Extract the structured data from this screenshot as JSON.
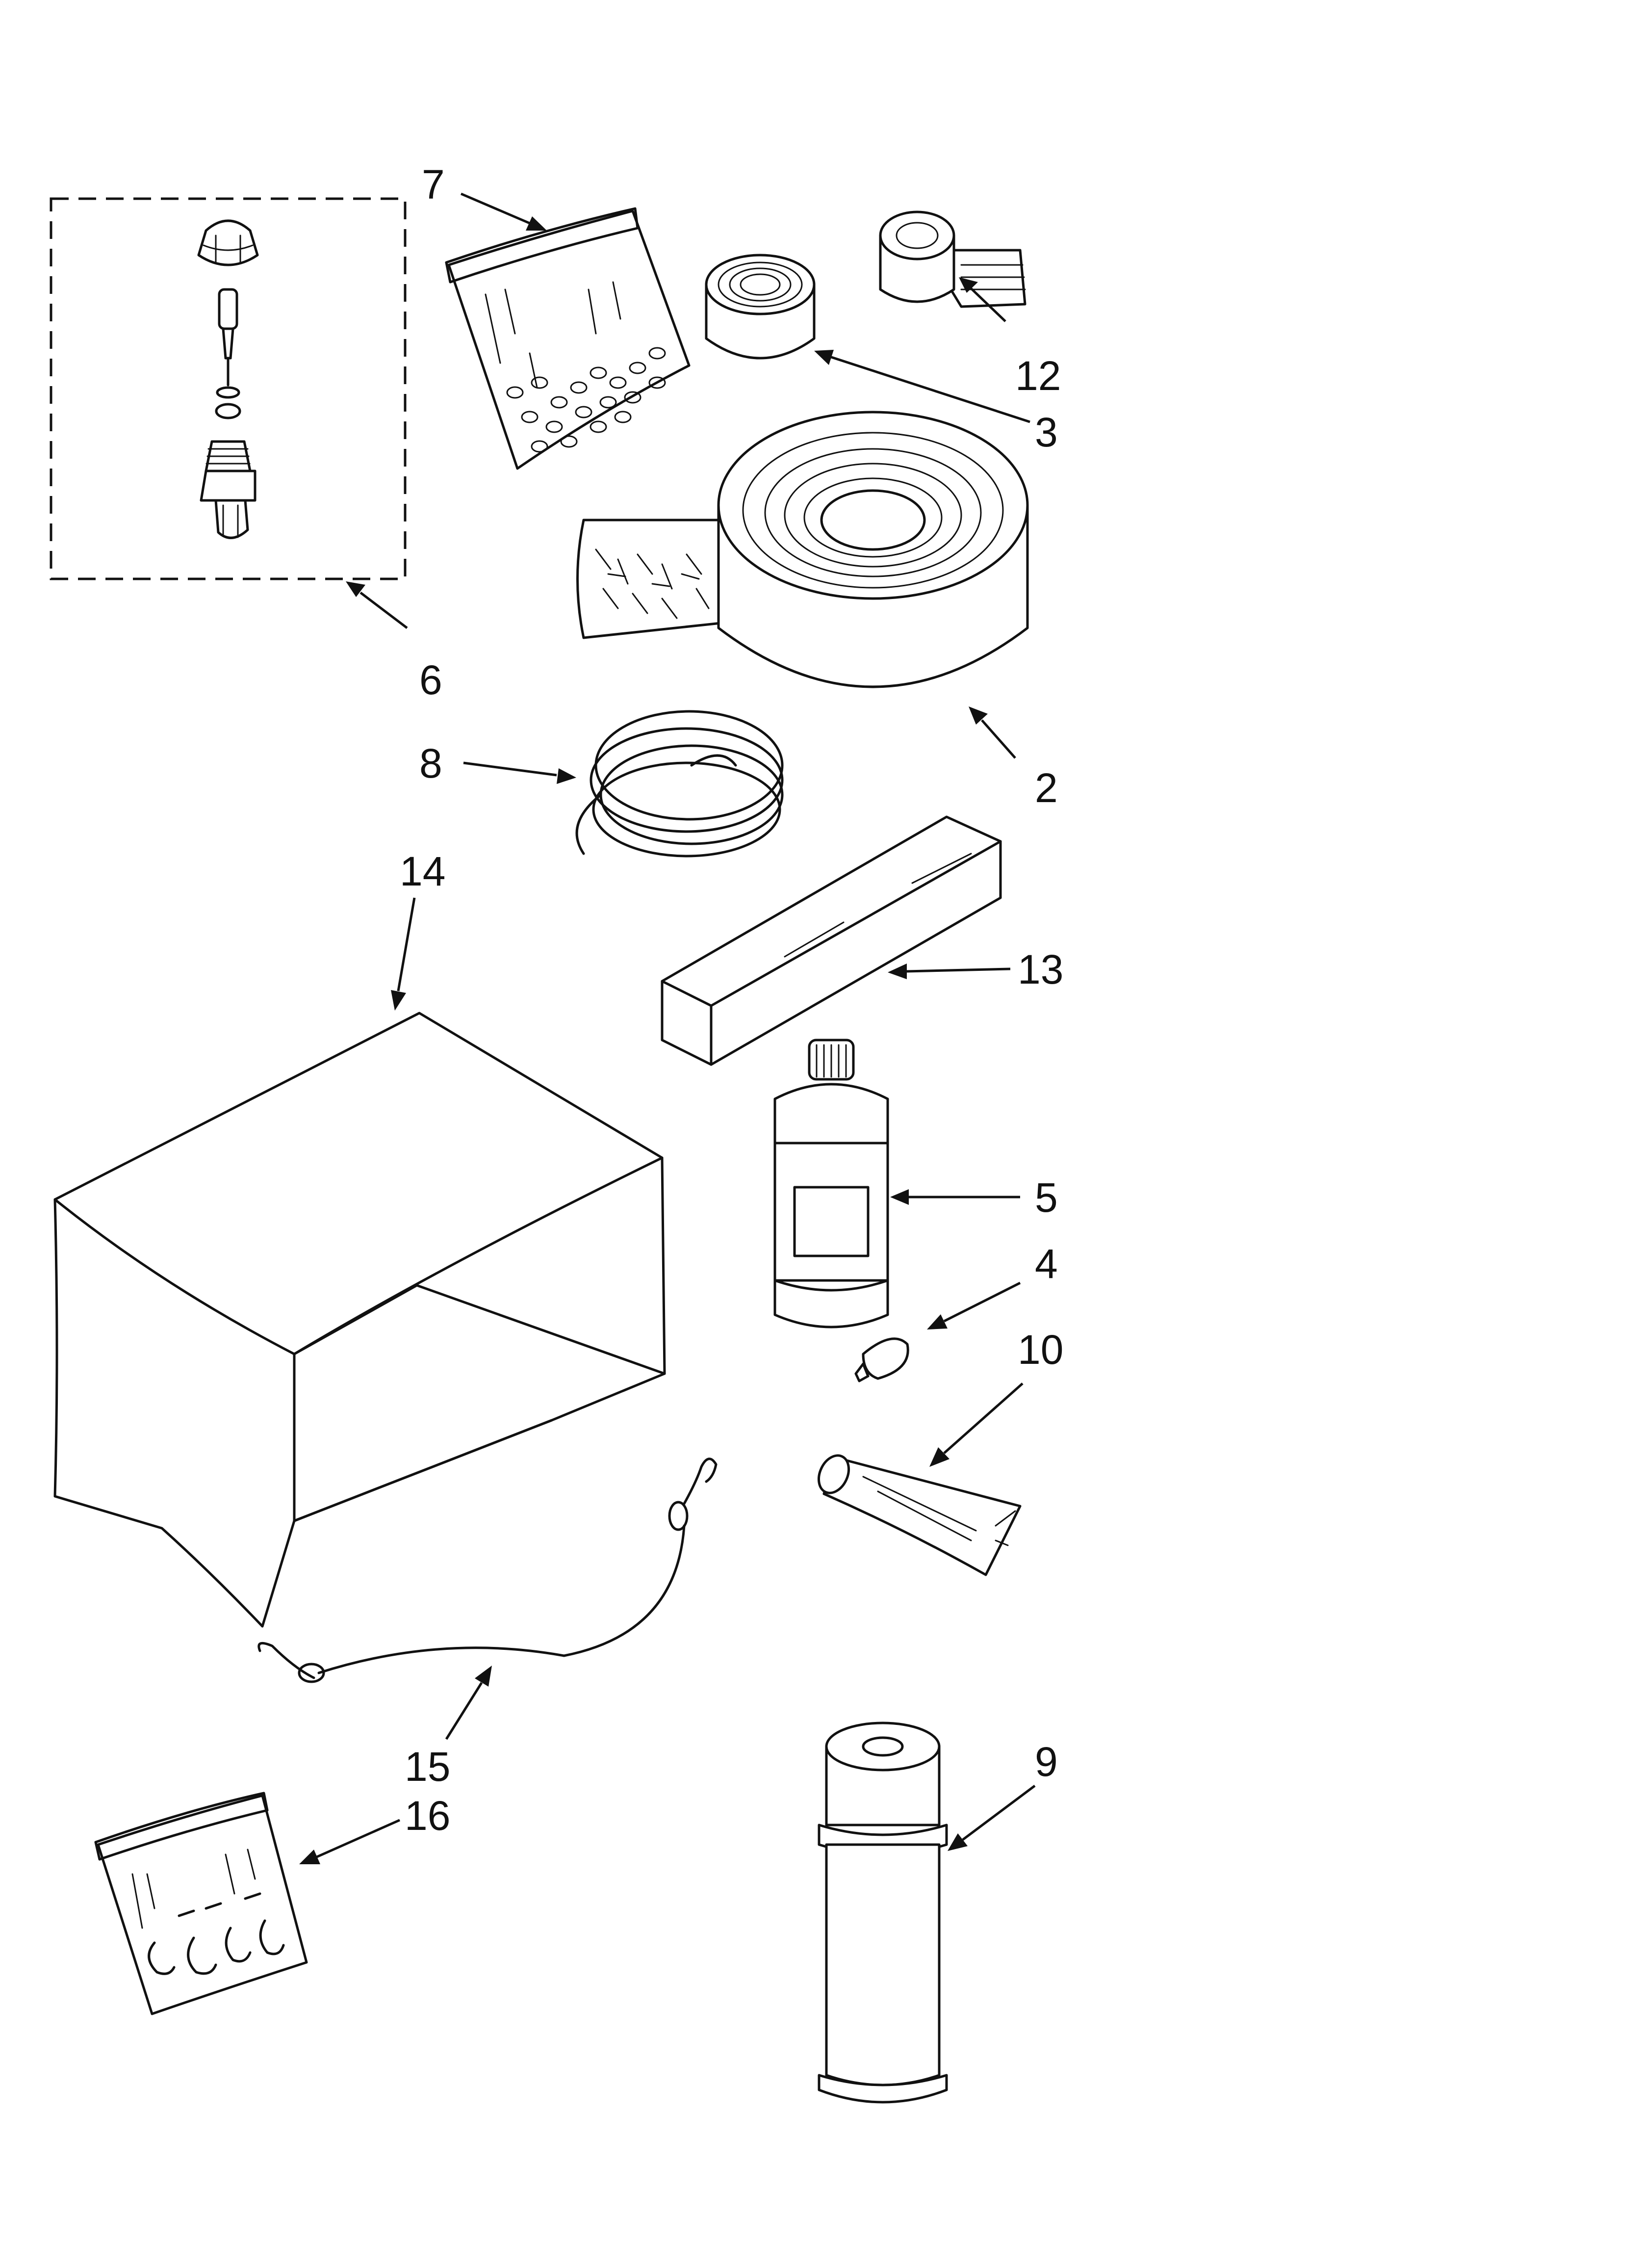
{
  "diagram": {
    "callouts": [
      {
        "id": "c7",
        "label": "7"
      },
      {
        "id": "c12",
        "label": "12"
      },
      {
        "id": "c3",
        "label": "3"
      },
      {
        "id": "c6",
        "label": "6"
      },
      {
        "id": "c8",
        "label": "8"
      },
      {
        "id": "c2",
        "label": "2"
      },
      {
        "id": "c14",
        "label": "14"
      },
      {
        "id": "c13",
        "label": "13"
      },
      {
        "id": "c5",
        "label": "5"
      },
      {
        "id": "c4",
        "label": "4"
      },
      {
        "id": "c10",
        "label": "10"
      },
      {
        "id": "c15",
        "label": "15"
      },
      {
        "id": "c16",
        "label": "16"
      },
      {
        "id": "c9",
        "label": "9"
      }
    ],
    "parts": [
      {
        "id": "part-6",
        "icon": "fitting-assembly-icon"
      },
      {
        "id": "part-7",
        "icon": "screw-bag-icon"
      },
      {
        "id": "part-3",
        "icon": "small-tape-roll-icon"
      },
      {
        "id": "part-12",
        "icon": "foil-tape-roll-icon"
      },
      {
        "id": "part-2",
        "icon": "insulation-roll-icon"
      },
      {
        "id": "part-8",
        "icon": "wire-coil-icon"
      },
      {
        "id": "part-13",
        "icon": "foam-strip-icon"
      },
      {
        "id": "part-5",
        "icon": "bottle-icon"
      },
      {
        "id": "part-4",
        "icon": "nozzle-tip-icon"
      },
      {
        "id": "part-10",
        "icon": "tube-icon"
      },
      {
        "id": "part-14",
        "icon": "cover-icon"
      },
      {
        "id": "part-15",
        "icon": "cord-hook-icon"
      },
      {
        "id": "part-16",
        "icon": "clip-bag-icon"
      },
      {
        "id": "part-9",
        "icon": "spray-can-icon"
      }
    ]
  }
}
